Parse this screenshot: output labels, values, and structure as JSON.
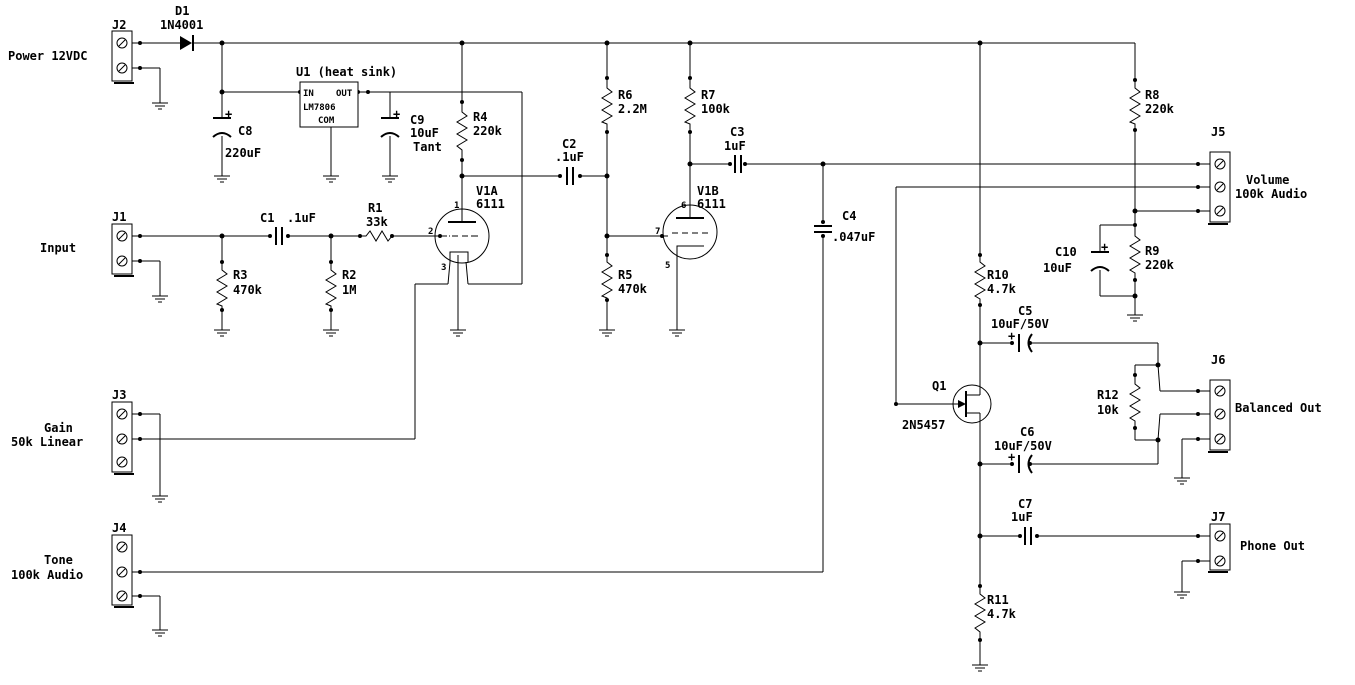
{
  "connectors": {
    "J2": {
      "ref": "J2",
      "label": "Power 12VDC"
    },
    "J1": {
      "ref": "J1",
      "label": "Input"
    },
    "J3": {
      "ref": "J3",
      "label1": "Gain",
      "label2": "50k Linear"
    },
    "J4": {
      "ref": "J4",
      "label1": "Tone",
      "label2": "100k Audio"
    },
    "J5": {
      "ref": "J5",
      "label1": "Volume",
      "label2": "100k Audio"
    },
    "J6": {
      "ref": "J6",
      "label": "Balanced Out"
    },
    "J7": {
      "ref": "J7",
      "label": "Phone Out"
    }
  },
  "components": {
    "D1": {
      "ref": "D1",
      "value": "1N4001"
    },
    "U1": {
      "ref": "U1 (heat sink)",
      "part": "LM7806",
      "pin_in": "IN",
      "pin_out": "OUT",
      "pin_com": "COM"
    },
    "C8": {
      "ref": "C8",
      "value": "220uF"
    },
    "C9": {
      "ref": "C9",
      "value": "10uF",
      "note": "Tant"
    },
    "R4": {
      "ref": "R4",
      "value": "220k"
    },
    "R6": {
      "ref": "R6",
      "value": "2.2M"
    },
    "R7": {
      "ref": "R7",
      "value": "100k"
    },
    "R8": {
      "ref": "R8",
      "value": "220k"
    },
    "R9": {
      "ref": "R9",
      "value": "220k"
    },
    "C10": {
      "ref": "C10",
      "value": "10uF"
    },
    "C1": {
      "ref": "C1",
      "value": ".1uF"
    },
    "C2": {
      "ref": "C2",
      "value": ".1uF"
    },
    "C3": {
      "ref": "C3",
      "value": "1uF"
    },
    "C4": {
      "ref": "C4",
      "value": ".047uF"
    },
    "C5": {
      "ref": "C5",
      "value": "10uF/50V"
    },
    "C6": {
      "ref": "C6",
      "value": "10uF/50V"
    },
    "C7": {
      "ref": "C7",
      "value": "1uF"
    },
    "R1": {
      "ref": "R1",
      "value": "33k"
    },
    "R2": {
      "ref": "R2",
      "value": "1M"
    },
    "R3": {
      "ref": "R3",
      "value": "470k"
    },
    "R5": {
      "ref": "R5",
      "value": "470k"
    },
    "R10": {
      "ref": "R10",
      "value": "4.7k"
    },
    "R11": {
      "ref": "R11",
      "value": "4.7k"
    },
    "R12": {
      "ref": "R12",
      "value": "10k"
    },
    "V1A": {
      "ref": "V1A",
      "value": "6111",
      "pin_grid": "2",
      "pin_plate": "1",
      "pin_cathode": "3"
    },
    "V1B": {
      "ref": "V1B",
      "value": "6111",
      "pin_grid": "7",
      "pin_plate": "6",
      "pin_cathode": "5"
    },
    "Q1": {
      "ref": "Q1",
      "value": "2N5457"
    }
  },
  "marks": {
    "plus": "+"
  }
}
